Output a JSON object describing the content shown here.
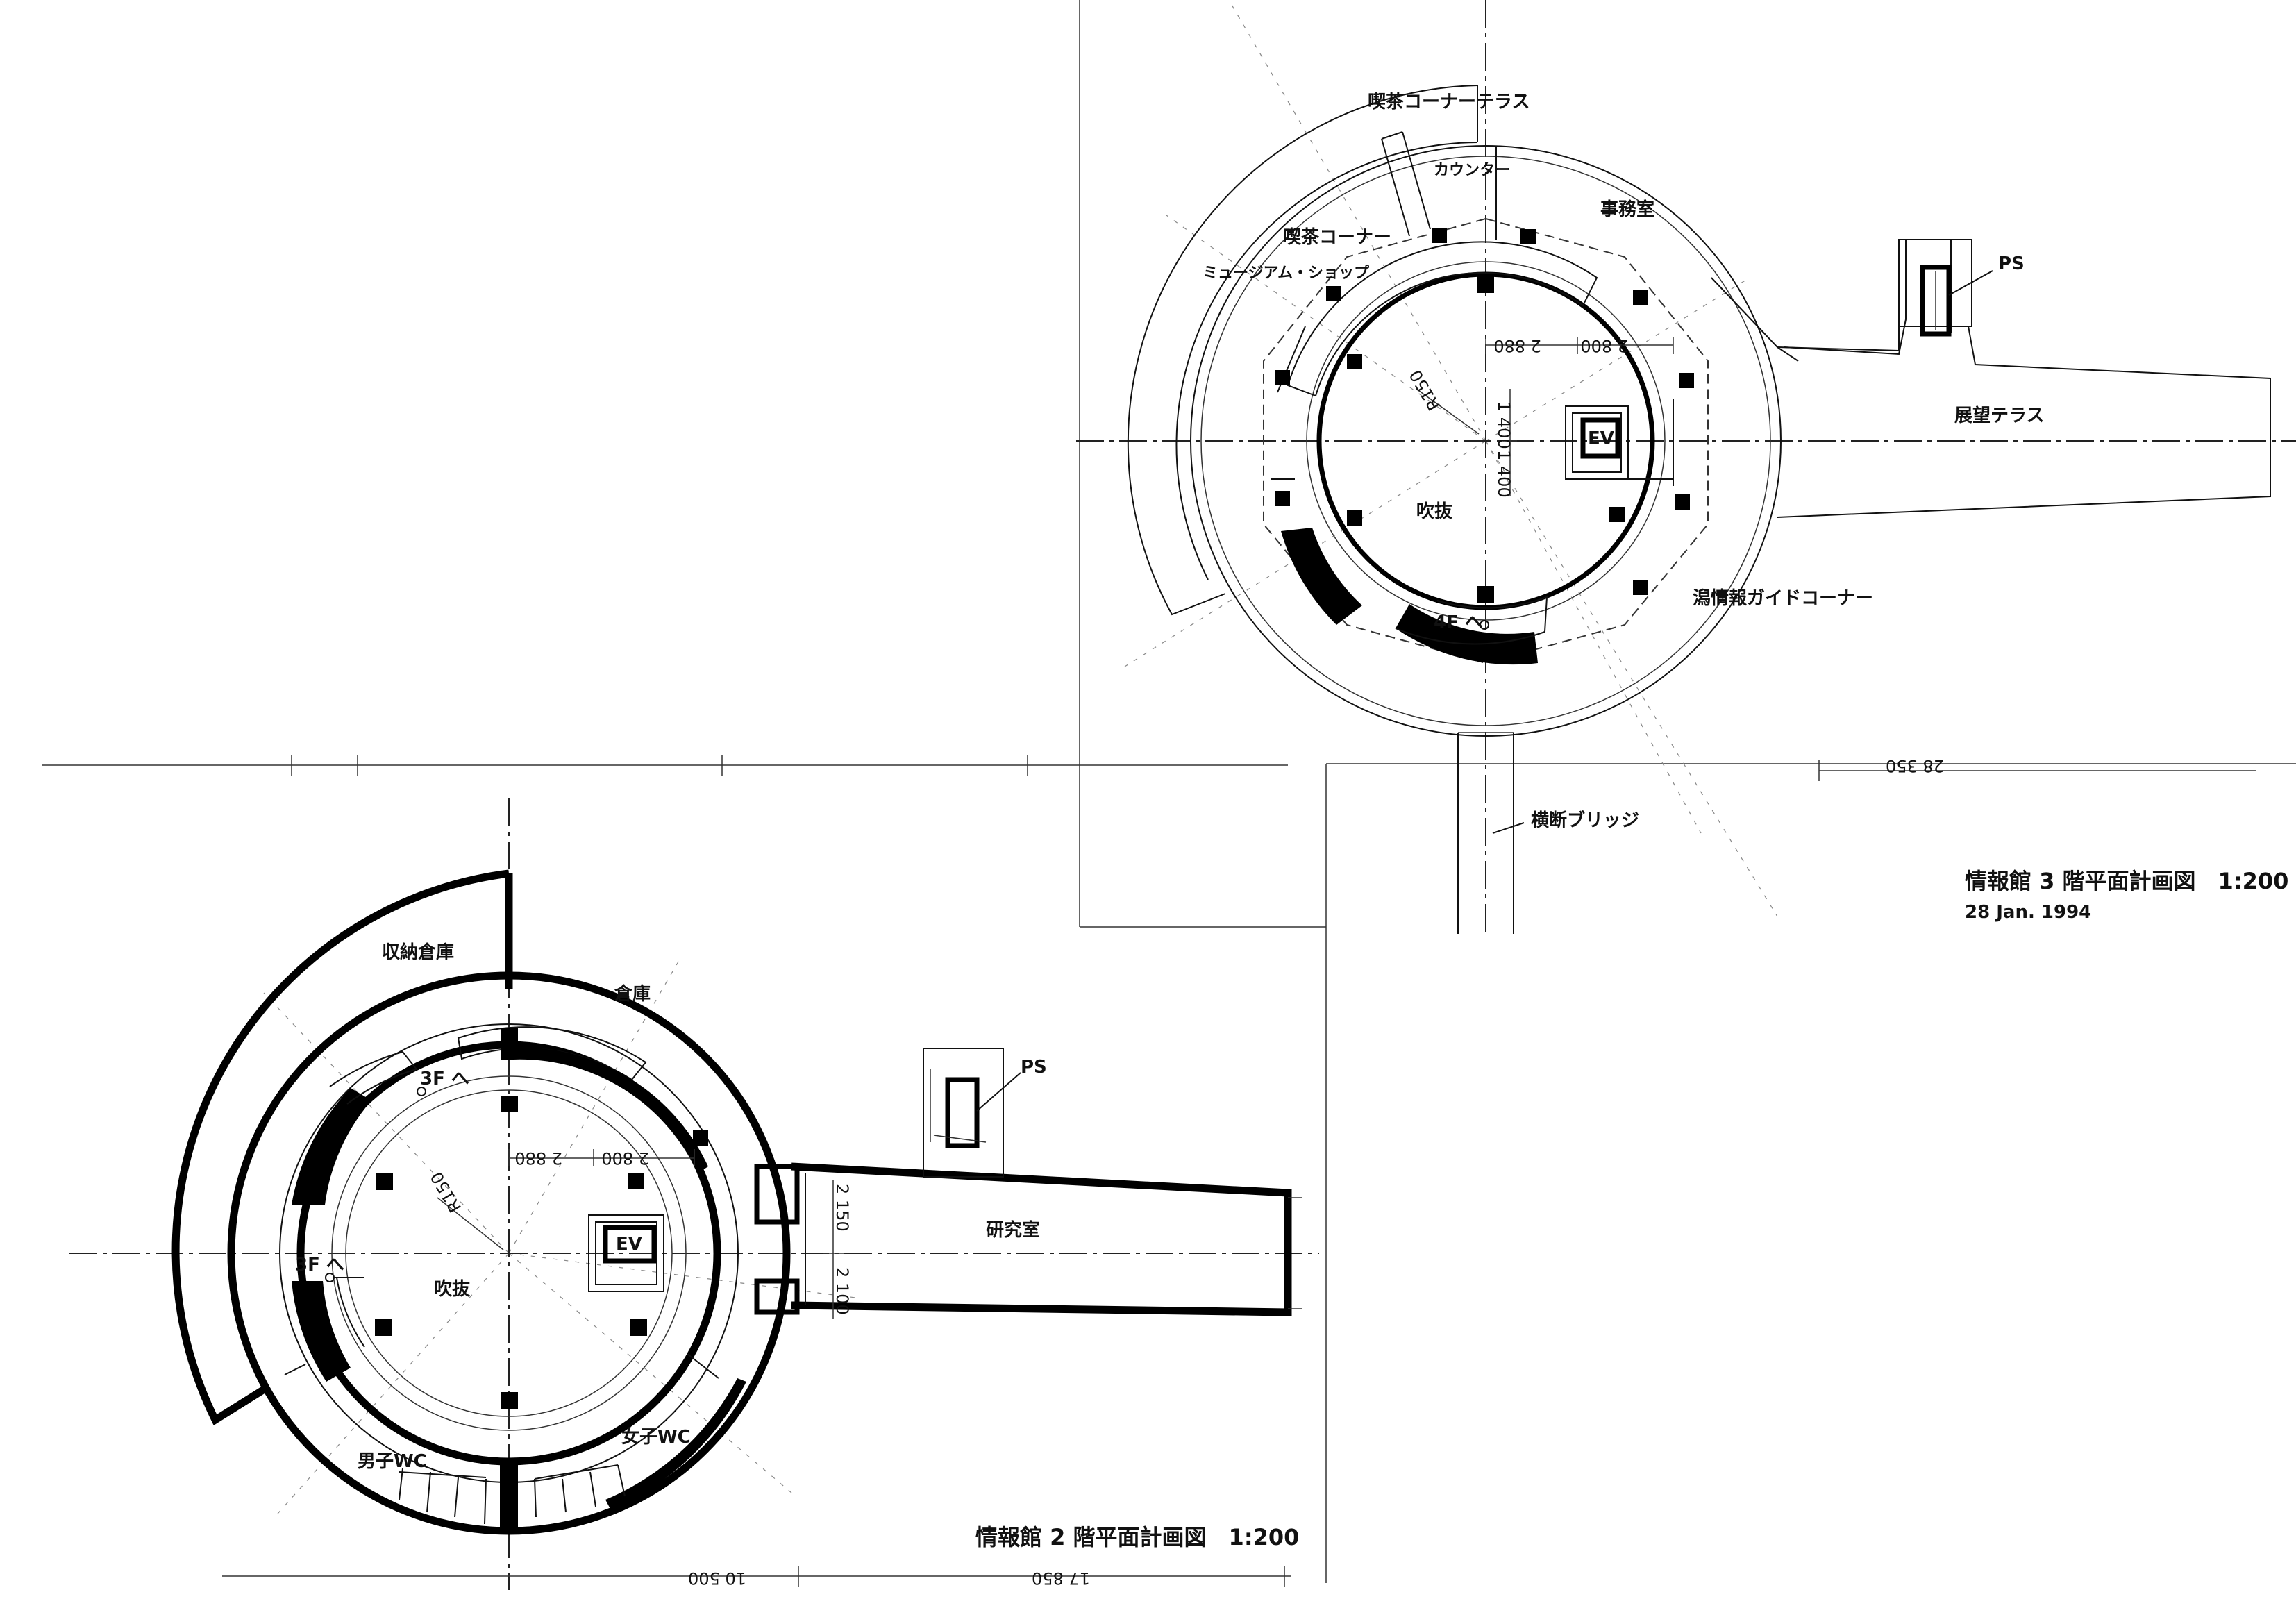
{
  "plan3": {
    "rooms": {
      "cafe_terrace": "喫茶コーナーテラス",
      "counter": "カウンター",
      "office": "事務室",
      "cafe": "喫茶コーナー",
      "museum_shop": "ミュージアム・ショップ",
      "void": "吹抜",
      "lagoon_guide": "潟情報ガイドコーナー",
      "observation_terrace": "展望テラス",
      "bridge": "横断ブリッジ"
    },
    "to_4f": "4F へ",
    "ev": "EV",
    "ps": "PS",
    "dims": {
      "d2880": "2 880",
      "d2800": "2 800",
      "radius": "R150",
      "d1400a": "1 400",
      "d1400b": "1 400",
      "d28350": "28 350"
    },
    "title": "情報館 3 階平面計画図　1:200",
    "date": "28  Jan.  1994"
  },
  "plan2": {
    "rooms": {
      "storage": "収納倉庫",
      "warehouse": "倉庫",
      "lab": "研究室",
      "void": "吹抜",
      "mens_wc": "男子WC",
      "womens_wc": "女子WC"
    },
    "to_3f_top": "3F へ",
    "to_3f_left": "3F へ",
    "ev": "EV",
    "ps": "PS",
    "dims": {
      "d2880": "2 880",
      "d2800": "2 800",
      "radius": "R150",
      "d2150": "2 150",
      "d2100": "2 100",
      "d10500": "10 500",
      "d17850": "17 850"
    },
    "title": "情報館 2 階平面計画図　1:200"
  }
}
